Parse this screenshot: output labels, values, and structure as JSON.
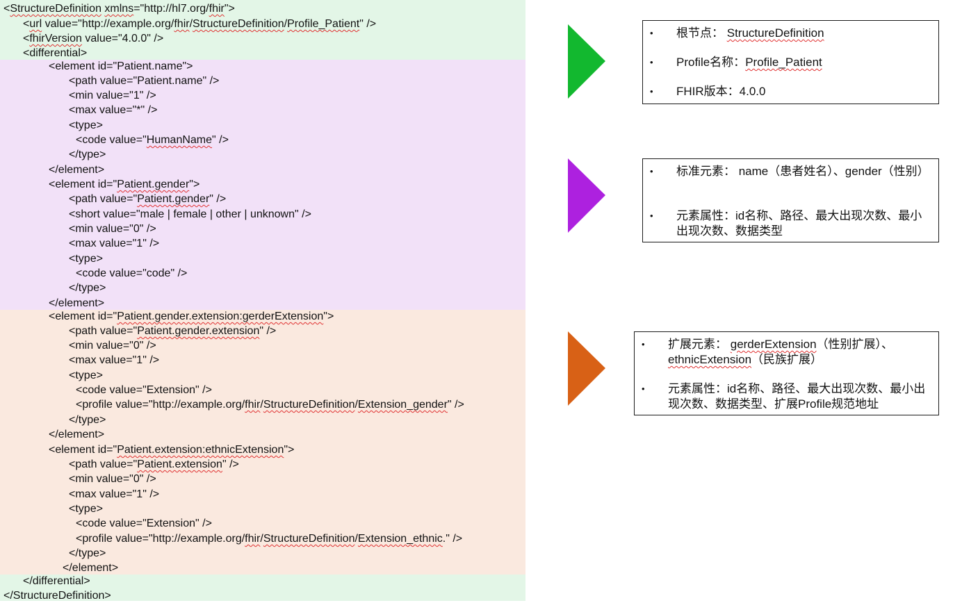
{
  "colors": {
    "root_band": "#e3f6e7",
    "standard_band": "#f2e1f8",
    "extension_band": "#fae9df",
    "arrow_root": "#12b82f",
    "arrow_standard": "#ad21df",
    "arrow_extension": "#d86116"
  },
  "code": {
    "lines": [
      {
        "segments": [
          {
            "t": "<"
          },
          {
            "t": "StructureDefinition",
            "u": true
          },
          {
            "t": " "
          },
          {
            "t": "xmlns",
            "u": true
          },
          {
            "t": "=\"http://hl7.org/"
          },
          {
            "t": "fhir",
            "u": true
          },
          {
            "t": "\">"
          }
        ]
      },
      {
        "segments": [
          {
            "t": "<"
          },
          {
            "t": "url",
            "u": true
          },
          {
            "t": " value=\"http://example.org/"
          },
          {
            "t": "fhir",
            "u": true
          },
          {
            "t": "/"
          },
          {
            "t": "StructureDefinition",
            "u": true
          },
          {
            "t": "/"
          },
          {
            "t": "Profile_Patient",
            "u": true
          },
          {
            "t": "\" />"
          }
        ]
      },
      {
        "segments": [
          {
            "t": "<"
          },
          {
            "t": "fhirVersion",
            "u": true
          },
          {
            "t": " value=\"4.0.0\" />"
          }
        ]
      },
      {
        "segments": [
          {
            "t": "<differential>"
          }
        ]
      },
      {
        "segments": [
          {
            "t": "<element id=\"Patient.name\">"
          }
        ]
      },
      {
        "segments": [
          {
            "t": "<path value=\"Patient.name\" />"
          }
        ]
      },
      {
        "segments": [
          {
            "t": "<min value=\"1\" />"
          }
        ]
      },
      {
        "segments": [
          {
            "t": "<max value=\"*\" />"
          }
        ]
      },
      {
        "segments": [
          {
            "t": "<type>"
          }
        ]
      },
      {
        "segments": [
          {
            "t": "<code value=\""
          },
          {
            "t": "HumanName",
            "u": true
          },
          {
            "t": "\" />"
          }
        ]
      },
      {
        "segments": [
          {
            "t": "</type>"
          }
        ]
      },
      {
        "segments": [
          {
            "t": "</element>"
          }
        ]
      },
      {
        "segments": [
          {
            "t": "<element id=\""
          },
          {
            "t": "Patient.gender",
            "u": true
          },
          {
            "t": "\">"
          }
        ]
      },
      {
        "segments": [
          {
            "t": "<path value=\""
          },
          {
            "t": "Patient.gender",
            "u": true
          },
          {
            "t": "\" />"
          }
        ]
      },
      {
        "segments": [
          {
            "t": "<short value=\"male | female | other | unknown\" />"
          }
        ]
      },
      {
        "segments": [
          {
            "t": "<min value=\"0\" />"
          }
        ]
      },
      {
        "segments": [
          {
            "t": "<max value=\"1\" />"
          }
        ]
      },
      {
        "segments": [
          {
            "t": "<type>"
          }
        ]
      },
      {
        "segments": [
          {
            "t": "<code value=\"code\" />"
          }
        ]
      },
      {
        "segments": [
          {
            "t": "</type>"
          }
        ]
      },
      {
        "segments": [
          {
            "t": "</element>"
          }
        ]
      },
      {
        "segments": [
          {
            "t": "<element id=\""
          },
          {
            "t": "Patient.gender.extension:gerderExtension",
            "u": true
          },
          {
            "t": "\">"
          }
        ]
      },
      {
        "segments": [
          {
            "t": "<path value=\""
          },
          {
            "t": "Patient.gender.extension",
            "u": true
          },
          {
            "t": "\" />"
          }
        ]
      },
      {
        "segments": [
          {
            "t": "<min value=\"0\" />"
          }
        ]
      },
      {
        "segments": [
          {
            "t": "<max value=\"1\" />"
          }
        ]
      },
      {
        "segments": [
          {
            "t": "<type>"
          }
        ]
      },
      {
        "segments": [
          {
            "t": "<code value=\"Extension\" />"
          }
        ]
      },
      {
        "segments": [
          {
            "t": "<profile value=\"http://example.org/"
          },
          {
            "t": "fhir",
            "u": true
          },
          {
            "t": "/"
          },
          {
            "t": "StructureDefinition",
            "u": true
          },
          {
            "t": "/"
          },
          {
            "t": "Extension_gender",
            "u": true
          },
          {
            "t": "\" />"
          }
        ]
      },
      {
        "segments": [
          {
            "t": "</type>"
          }
        ]
      },
      {
        "segments": [
          {
            "t": "</element>"
          }
        ]
      },
      {
        "segments": [
          {
            "t": "<element id=\""
          },
          {
            "t": "Patient.extension:ethnicExtension",
            "u": true
          },
          {
            "t": "\">"
          }
        ]
      },
      {
        "segments": [
          {
            "t": "<path value=\""
          },
          {
            "t": "Patient.extension",
            "u": true
          },
          {
            "t": "\" />"
          }
        ]
      },
      {
        "segments": [
          {
            "t": "<min value=\"0\" />"
          }
        ]
      },
      {
        "segments": [
          {
            "t": "<max value=\"1\" />"
          }
        ]
      },
      {
        "segments": [
          {
            "t": "<type>"
          }
        ]
      },
      {
        "segments": [
          {
            "t": "<code value=\"Extension\" />"
          }
        ]
      },
      {
        "segments": [
          {
            "t": "<profile value=\"http://example.org/"
          },
          {
            "t": "fhir",
            "u": true
          },
          {
            "t": "/"
          },
          {
            "t": "StructureDefinition",
            "u": true
          },
          {
            "t": "/"
          },
          {
            "t": "Extension_ethnic",
            "u": true
          },
          {
            "t": ".\" />"
          }
        ]
      },
      {
        "segments": [
          {
            "t": "</type>"
          }
        ]
      },
      {
        "segments": [
          {
            "t": "</element>"
          }
        ]
      },
      {
        "segments": [
          {
            "t": "</differential>"
          }
        ]
      },
      {
        "segments": [
          {
            "t": "</StructureDefinition>"
          }
        ]
      }
    ]
  },
  "callouts": {
    "root": {
      "bullets": [
        [
          {
            "t": "根节点： "
          },
          {
            "t": "StructureDefinition",
            "u": true
          }
        ],
        [
          {
            "t": "Profile名称："
          },
          {
            "t": "Profile_Patient",
            "u": true
          }
        ],
        [
          {
            "t": "FHIR版本：4.0.0"
          }
        ]
      ]
    },
    "standard": {
      "bullets": [
        [
          {
            "t": "标准元素： name（患者姓名）、gender（性别）"
          }
        ],
        [
          {
            "t": "元素属性：id名称、路径、最大出现次数、最小出现次数、数据类型"
          }
        ]
      ]
    },
    "extension": {
      "bullets": [
        [
          {
            "t": "扩展元素： "
          },
          {
            "t": "gerderExtension",
            "u": true
          },
          {
            "t": "（性别扩展）、"
          },
          {
            "t": "ethnicExtension",
            "u": true
          },
          {
            "t": "（民族扩展）"
          }
        ],
        [
          {
            "t": "元素属性：id名称、路径、最大出现次数、最小出现次数、数据类型、扩展Profile规范地址"
          }
        ]
      ]
    }
  }
}
